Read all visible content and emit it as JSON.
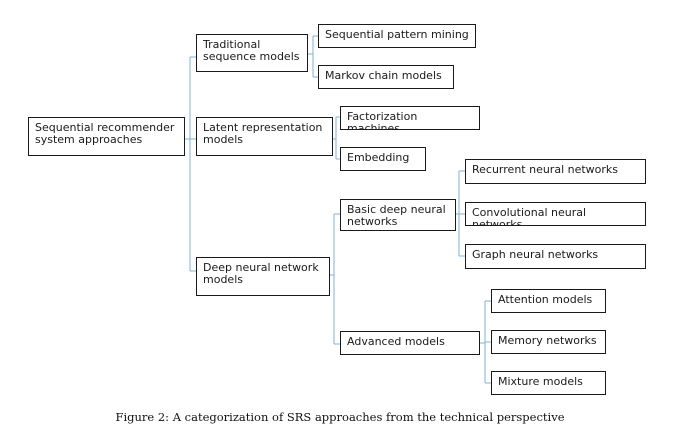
{
  "diagram": {
    "root": "Sequential recommender\nsystem approaches",
    "level1": {
      "traditional": "Traditional\nsequence models",
      "latent": "Latent representation\nmodels",
      "deep": "Deep neural network\nmodels"
    },
    "traditional_children": {
      "sequential_pattern": "Sequential pattern mining",
      "markov": "Markov chain models"
    },
    "latent_children": {
      "factorization": "Factorization machines",
      "embedding": "Embedding"
    },
    "deep_children": {
      "basic": "Basic deep neural\nnetworks",
      "advanced": "Advanced models"
    },
    "basic_children": {
      "rnn": "Recurrent neural networks",
      "cnn": "Convolutional neural networks",
      "gnn": "Graph neural networks"
    },
    "advanced_children": {
      "attention": "Attention models",
      "memory": "Memory networks",
      "mixture": "Mixture models"
    }
  },
  "caption": "Figure 2: A categorization of SRS approaches from the technical perspective",
  "colors": {
    "connector": "#7fb3d5",
    "border": "#1a1a1a"
  }
}
